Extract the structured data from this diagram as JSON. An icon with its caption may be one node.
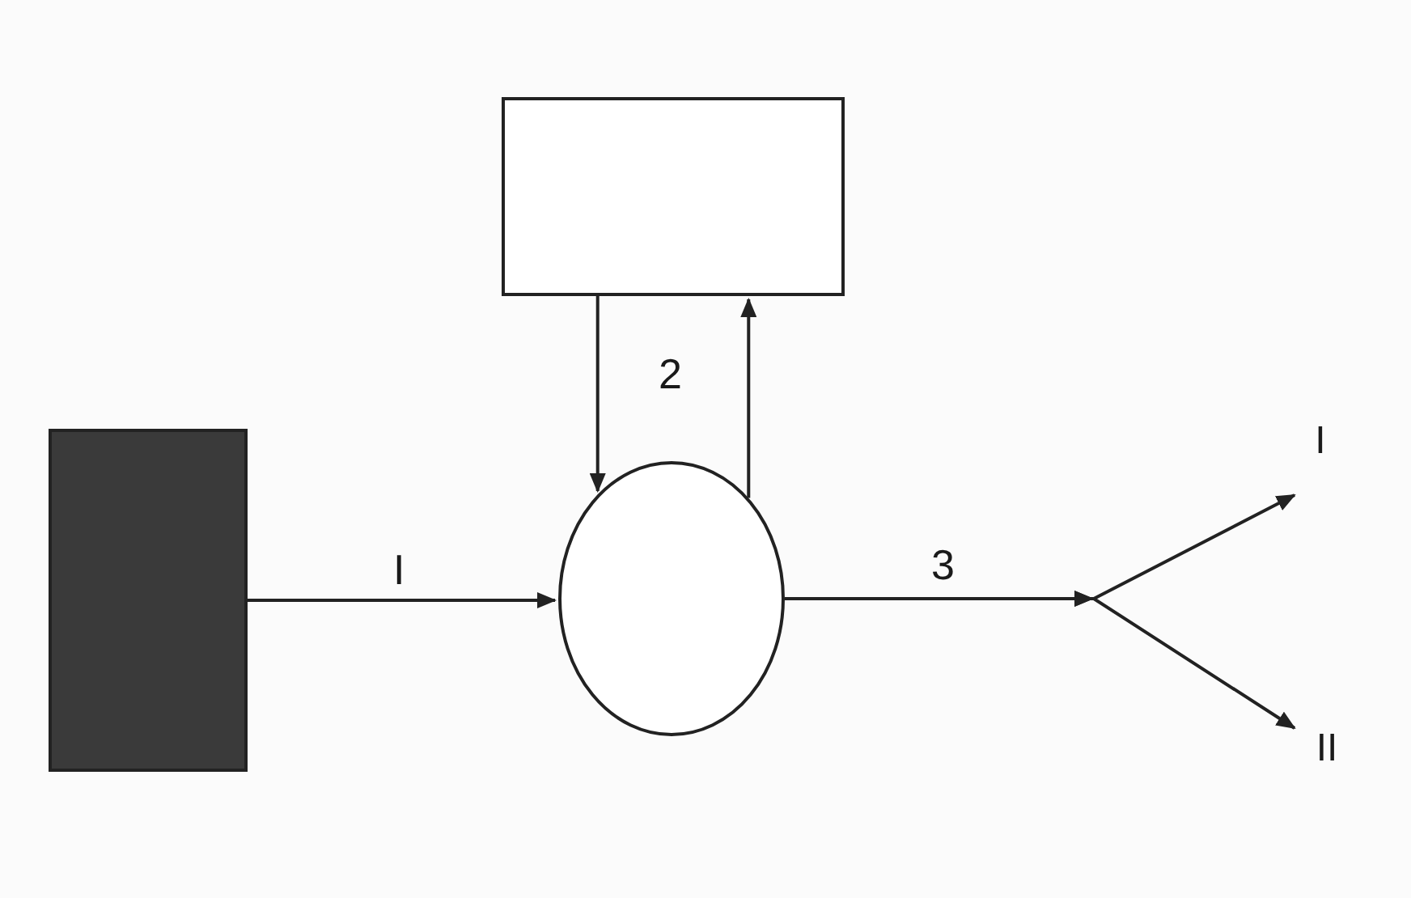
{
  "diagram": {
    "nodes": [
      {
        "text": [],
        "shape": "box"
      },
      {
        "text": [],
        "shape": "box"
      },
      {
        "text": [],
        "shape": "circle"
      },
      {
        "text": [
          "I"
        ]
      },
      {
        "text": [
          "II"
        ]
      }
    ],
    "edges": [
      {
        "from": 1,
        "to": 2,
        "arrow": "to",
        "label": "I"
      },
      {
        "from": 0,
        "to": 2,
        "arrow": "to"
      },
      {
        "from": 2,
        "to": 0,
        "arrow": "to"
      },
      {
        "from": 2,
        "to": 3,
        "arrow": "to",
        "label": "3"
      },
      {
        "from": 2,
        "to": 4,
        "arrow": "to"
      }
    ],
    "labels": [
      "2"
    ]
  }
}
